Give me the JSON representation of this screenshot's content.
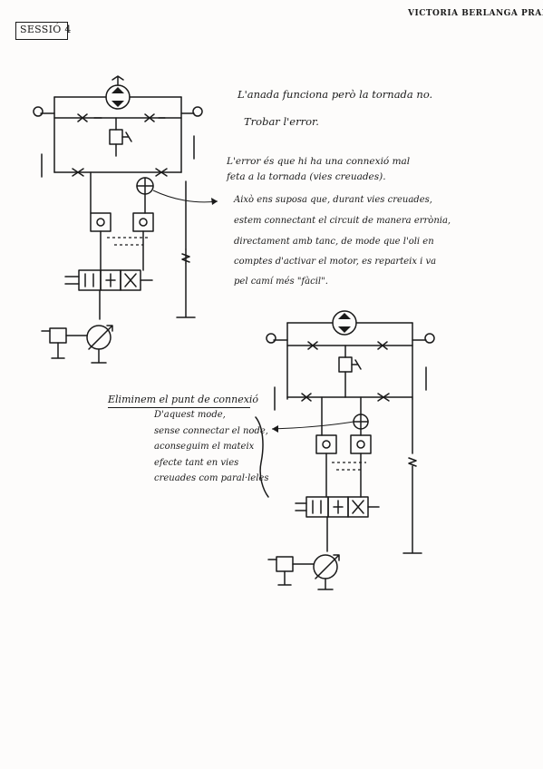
{
  "header": {
    "session_label": "SESSIÓ 4",
    "author": "VICTORIA BERLANGA PRADES"
  },
  "notes": {
    "line1": "L'anada funciona però la tornada no.",
    "line2": "Trobar l'error.",
    "error_explanation": [
      "L'error és que hi ha una connexió mal",
      "feta a la tornada (vies creuades)."
    ],
    "consequence": [
      "Això ens suposa que, durant vies creuades,",
      "estem connectant el circuit de manera errònia,",
      "directament amb tanc, de mode que l'oli en",
      "comptes d'activar el motor, es reparteix i va",
      "pel camí més \"fàcil\"."
    ]
  },
  "fix": {
    "heading": "Eliminem el punt de connexió",
    "explanation": [
      "D'aquest mode,",
      "sense connectar el node,",
      "aconseguim el mateix",
      "efecte tant en vies",
      "creuades com paral·leles"
    ]
  }
}
